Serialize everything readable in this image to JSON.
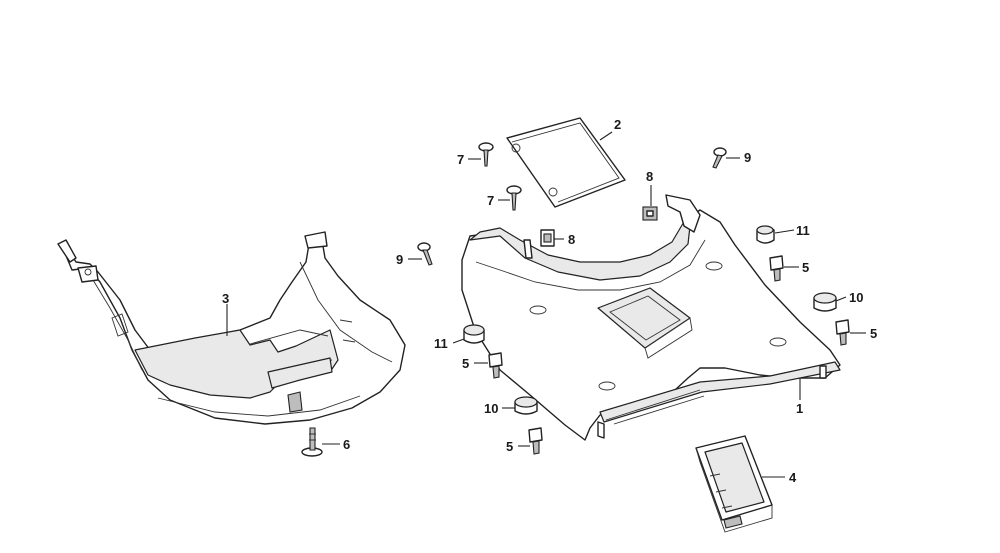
{
  "callouts": [
    {
      "id": "c1",
      "text": "1"
    },
    {
      "id": "c2",
      "text": "2"
    },
    {
      "id": "c3",
      "text": "3"
    },
    {
      "id": "c4",
      "text": "4"
    },
    {
      "id": "c5a",
      "text": "5"
    },
    {
      "id": "c5b",
      "text": "5"
    },
    {
      "id": "c5c",
      "text": "5"
    },
    {
      "id": "c5d",
      "text": "5"
    },
    {
      "id": "c6",
      "text": "6"
    },
    {
      "id": "c7a",
      "text": "7"
    },
    {
      "id": "c7b",
      "text": "7"
    },
    {
      "id": "c8a",
      "text": "8"
    },
    {
      "id": "c8b",
      "text": "8"
    },
    {
      "id": "c9a",
      "text": "9"
    },
    {
      "id": "c9b",
      "text": "9"
    },
    {
      "id": "c10a",
      "text": "10"
    },
    {
      "id": "c10b",
      "text": "10"
    },
    {
      "id": "c11a",
      "text": "11"
    },
    {
      "id": "c11b",
      "text": "11"
    }
  ]
}
